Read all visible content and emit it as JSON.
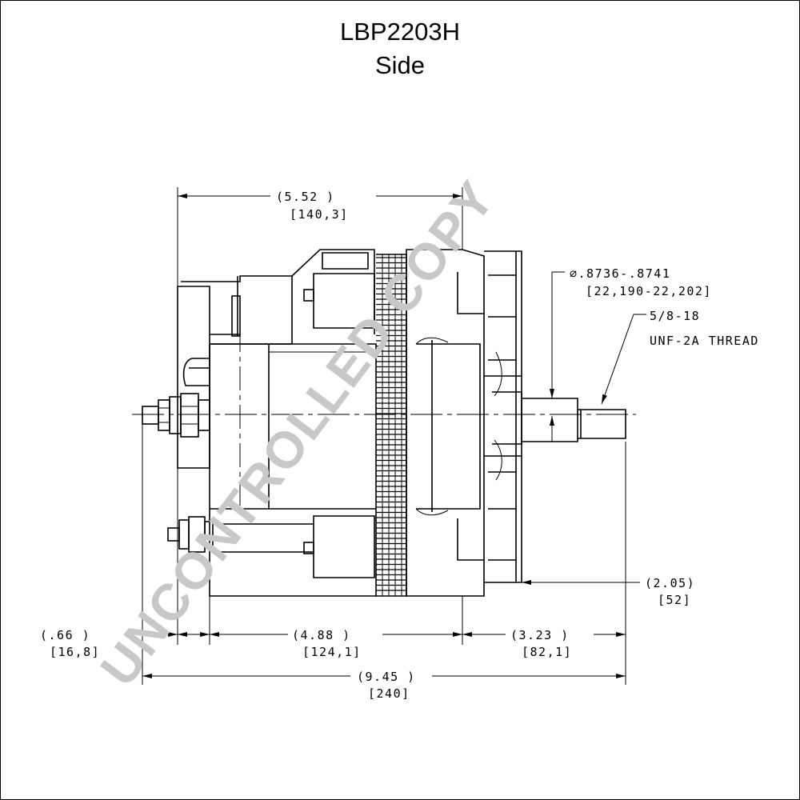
{
  "title": "LBP2203H",
  "subtitle": "Side",
  "dimensions": {
    "overall_top_in": "(5.52    )",
    "overall_top_mm": "[140,3]",
    "shaft_diameter_in": "∅.8736-.8741",
    "shaft_diameter_mm": "[22,190-22,202]",
    "thread_size": "5/8-18",
    "thread_spec": "UNF-2A THREAD",
    "shaft_length_in": "(2.05)",
    "shaft_length_mm": "[52]",
    "terminal_in": "(.66    )",
    "terminal_mm": "[16,8]",
    "body_in": "(4.88    )",
    "body_mm": "[124,1]",
    "front_in": "(3.23    )",
    "front_mm": "[82,1]",
    "total_in": "(9.45 )",
    "total_mm": "[240]"
  },
  "watermark": "UNCONTROLLED COPY"
}
